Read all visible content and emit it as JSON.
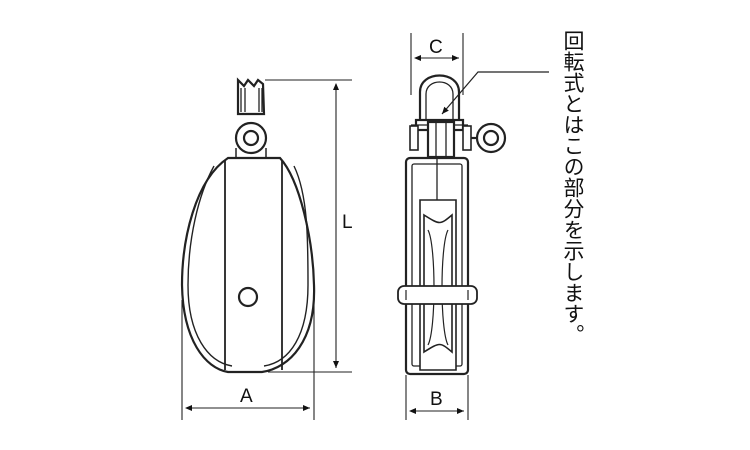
{
  "dimensions": {
    "a": "A",
    "b": "B",
    "c": "C",
    "l": "L"
  },
  "note": "回転式とはこの部分を示します。"
}
